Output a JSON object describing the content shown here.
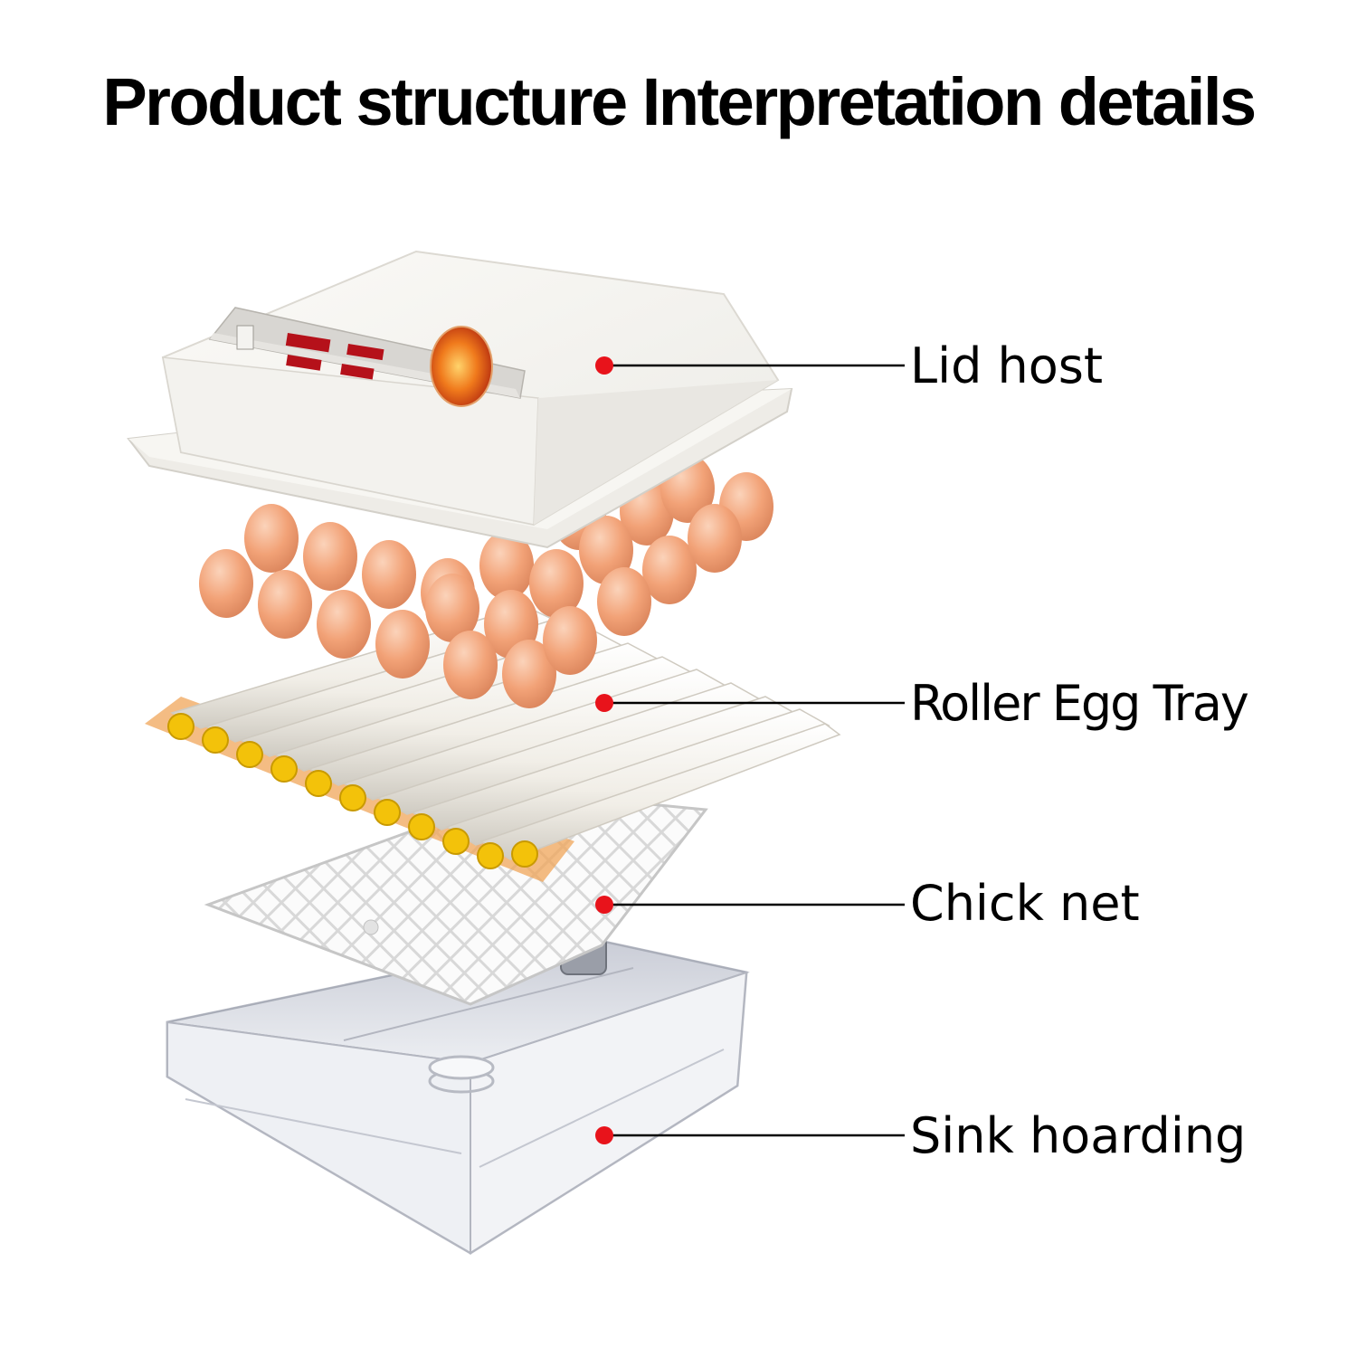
{
  "title": "Product structure Interpretation details",
  "callouts": [
    {
      "label": "Lid host"
    },
    {
      "label": "Roller Egg Tray"
    },
    {
      "label": "Chick net"
    },
    {
      "label": "Sink hoarding"
    }
  ],
  "colors": {
    "marker": "#e8131b",
    "egg": "#f2a277",
    "roller": "#f4f1ea",
    "gear": "#f3c20a",
    "lid": "#f6f5f1",
    "panel": "#e4e2de",
    "display": "#b5111a",
    "net": "#f7f7f7",
    "tray": "#dcdee6"
  }
}
